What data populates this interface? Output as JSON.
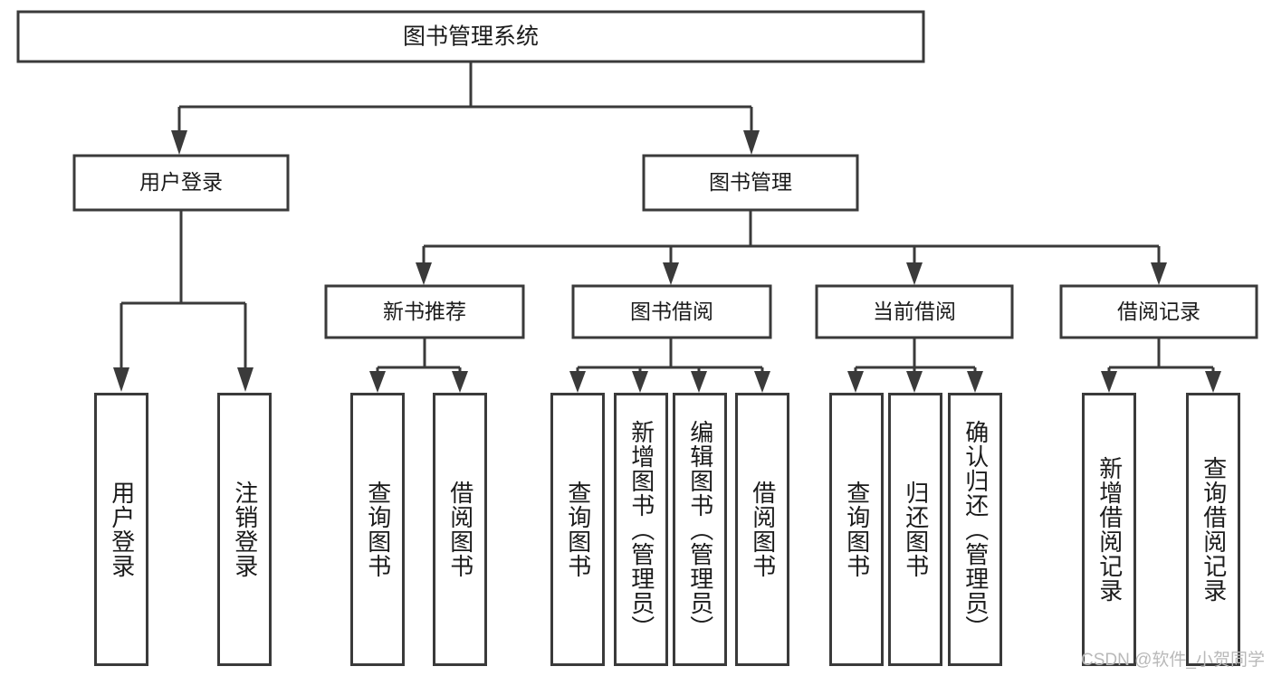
{
  "diagram": {
    "title": "图书管理系统",
    "type": "hierarchy-tree",
    "colors": {
      "box_stroke": "#3a3a3a",
      "box_fill": "#ffffff",
      "text": "#1b1b1b",
      "background": "#ffffff",
      "watermark": "#b9b9b9"
    },
    "root": {
      "label": "图书管理系统"
    },
    "level2": [
      {
        "label": "用户登录"
      },
      {
        "label": "图书管理"
      }
    ],
    "level3": [
      {
        "label": "新书推荐"
      },
      {
        "label": "图书借阅"
      },
      {
        "label": "当前借阅"
      },
      {
        "label": "借阅记录"
      }
    ],
    "leaves": {
      "user_login": [
        {
          "label": "用户登录"
        },
        {
          "label": "注销登录"
        }
      ],
      "new_book_recommend": [
        {
          "label": "查询图书"
        },
        {
          "label": "借阅图书"
        }
      ],
      "book_borrow": [
        {
          "label": "查询图书"
        },
        {
          "label": "新增图书（管理员）"
        },
        {
          "label": "编辑图书（管理员）"
        },
        {
          "label": "借阅图书"
        }
      ],
      "current_borrow": [
        {
          "label": "查询图书"
        },
        {
          "label": "归还图书"
        },
        {
          "label": "确认归还（管理员）"
        }
      ],
      "borrow_record": [
        {
          "label": "新增借阅记录"
        },
        {
          "label": "查询借阅记录"
        }
      ]
    }
  },
  "watermark": {
    "text": "CSDN @软件_小贺同学"
  }
}
